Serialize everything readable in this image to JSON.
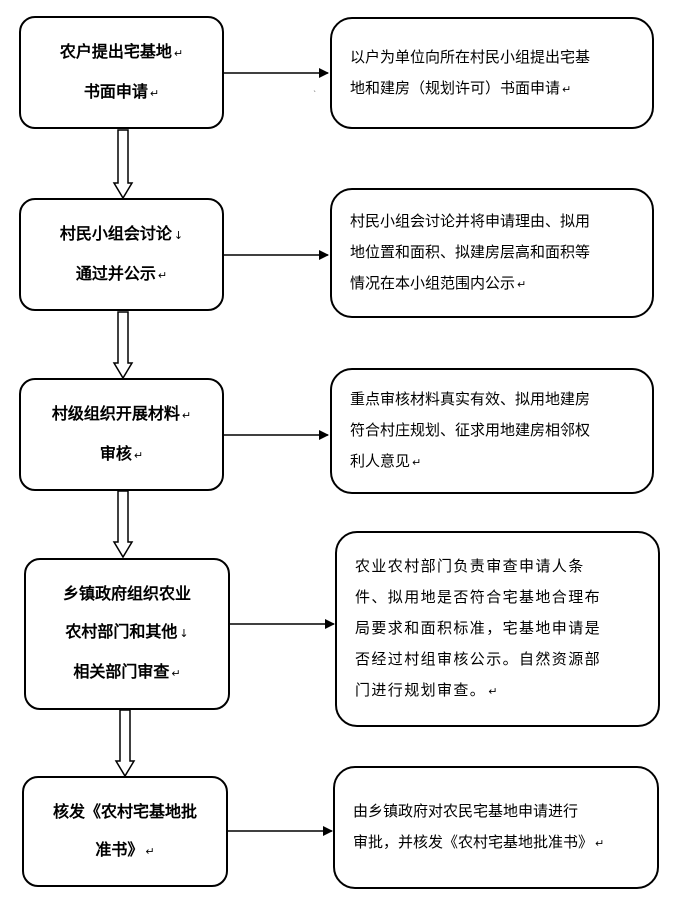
{
  "steps": [
    {
      "left_lines": [
        "农户提出宅基地",
        "书面申请"
      ],
      "right_lines": [
        "以户为单位向所在村民小组提出宅基",
        "地和建房（规划许可）书面申请"
      ]
    },
    {
      "left_lines": [
        "村民小组会讨论",
        "通过并公示"
      ],
      "right_lines": [
        "村民小组会讨论并将申请理由、拟用",
        "地位置和面积、拟建房层高和面积等",
        "情况在本小组范围内公示"
      ]
    },
    {
      "left_lines": [
        "村级组织开展材料",
        "审核"
      ],
      "right_lines": [
        "重点审核材料真实有效、拟用地建房",
        "符合村庄规划、征求用地建房相邻权",
        "利人意见"
      ]
    },
    {
      "left_lines": [
        "乡镇政府组织农业",
        "农村部门和其他",
        "相关部门审查"
      ],
      "right_lines": [
        "农业农村部门负责审查申请人条",
        "件、拟用地是否符合宅基地合理布",
        "局要求和面积标准，宅基地申请是",
        "否经过村组审核公示。自然资源部",
        "门进行规划审查。"
      ]
    },
    {
      "left_lines": [
        "核发《农村宅基地批",
        "准书》"
      ],
      "right_lines": [
        "由乡镇政府对农民宅基地申请进行",
        "审批，并核发《农村宅基地批准书》"
      ]
    }
  ],
  "paragraph_mark": "↵"
}
